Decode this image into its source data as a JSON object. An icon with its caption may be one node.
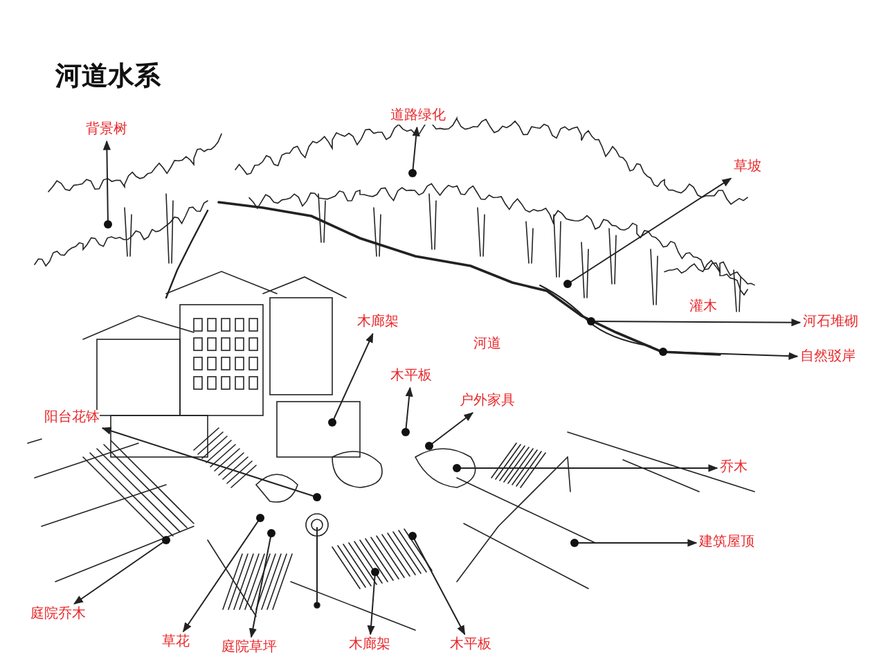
{
  "diagram": {
    "title": "河道水系",
    "nodes": [
      {
        "text": [
          "背景树"
        ]
      },
      {
        "text": [
          "道路绿化"
        ]
      },
      {
        "text": [
          "草坡"
        ]
      },
      {
        "text": [
          "河石堆砌"
        ]
      },
      {
        "text": [
          "木廊架"
        ]
      },
      {
        "text": [
          "自然驳岸"
        ]
      },
      {
        "text": [
          "木平板"
        ]
      },
      {
        "text": [
          "户外家具"
        ]
      },
      {
        "text": [
          "阳台花钵"
        ]
      },
      {
        "text": [
          "乔木"
        ]
      },
      {
        "text": [
          "建筑屋顶"
        ]
      },
      {
        "text": [
          "庭院乔木"
        ]
      },
      {
        "text": [
          "草花"
        ]
      },
      {
        "text": [
          "庭院草坪"
        ]
      },
      {
        "text": [
          "木廊架"
        ]
      },
      {
        "text": [
          "木平板"
        ]
      }
    ],
    "edges": [
      {
        "from": null,
        "to": 0,
        "arrow": "to"
      },
      {
        "from": null,
        "to": 1,
        "arrow": "to"
      },
      {
        "from": null,
        "to": 2,
        "arrow": "to"
      },
      {
        "from": null,
        "to": 3,
        "arrow": "to"
      },
      {
        "from": null,
        "to": 4,
        "arrow": "to"
      },
      {
        "from": null,
        "to": 5,
        "arrow": "to"
      },
      {
        "from": null,
        "to": 6,
        "arrow": "to"
      },
      {
        "from": null,
        "to": 7,
        "arrow": "to"
      },
      {
        "from": null,
        "to": 8,
        "arrow": "to"
      },
      {
        "from": null,
        "to": 9,
        "arrow": "to"
      },
      {
        "from": null,
        "to": 10,
        "arrow": "to"
      },
      {
        "from": null,
        "to": 11,
        "arrow": "to"
      },
      {
        "from": null,
        "to": 12,
        "arrow": "to"
      },
      {
        "from": null,
        "to": 13,
        "arrow": "to"
      },
      {
        "from": null,
        "to": 14,
        "arrow": "to"
      },
      {
        "from": null,
        "to": 15,
        "arrow": "to"
      }
    ],
    "labels": [
      "灌木",
      "河道"
    ]
  }
}
